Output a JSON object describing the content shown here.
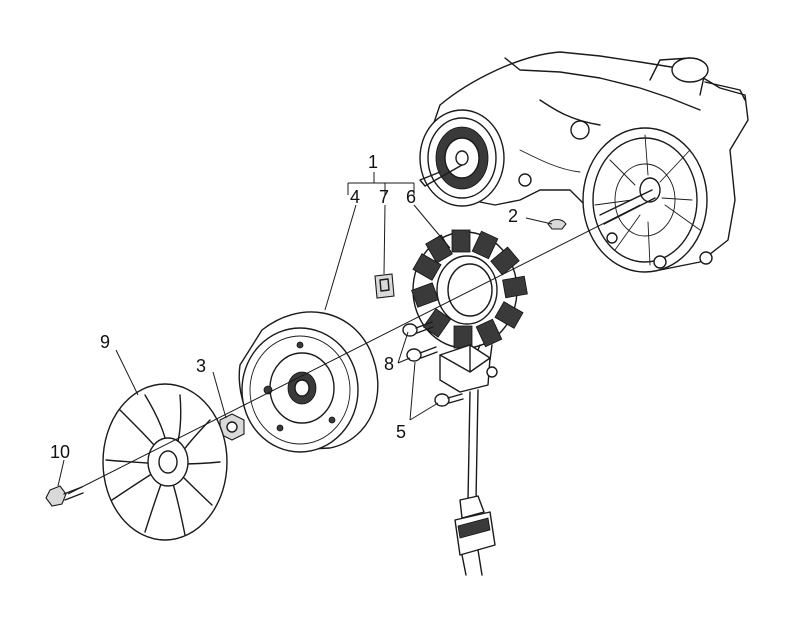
{
  "callouts": {
    "c1": "1",
    "c2": "2",
    "c3": "3",
    "c4": "4",
    "c5": "5",
    "c6": "6",
    "c7": "7",
    "c8": "8",
    "c9": "9",
    "c10": "10"
  },
  "colors": {
    "ink": "#1a1a1a",
    "background": "#ffffff",
    "shade": "#d9d9d9"
  }
}
